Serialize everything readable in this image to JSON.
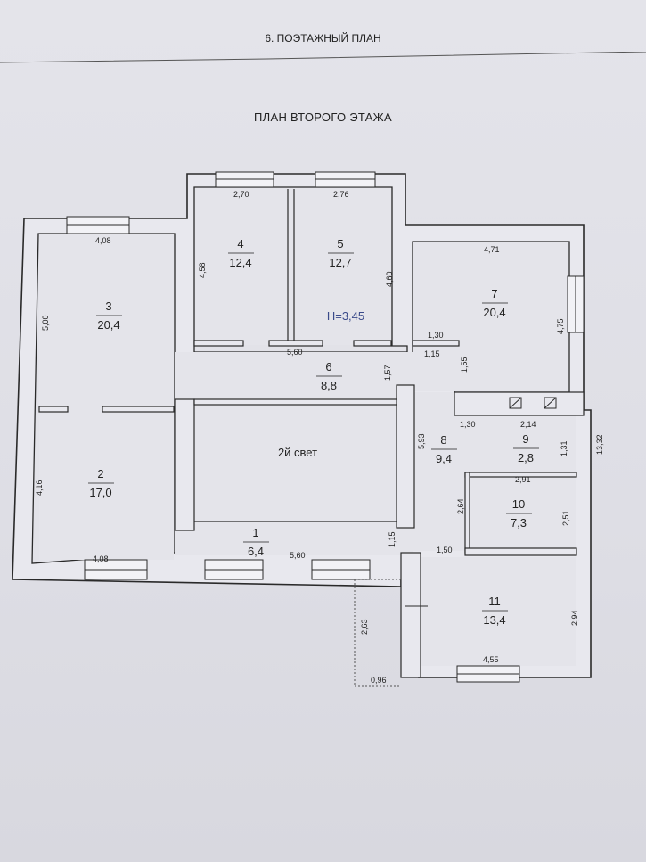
{
  "document": {
    "section_title": "6. ПОЭТАЖНЫЙ ПЛАН",
    "plan_title": "ПЛАН ВТОРОГО ЭТАЖА"
  },
  "rooms": [
    {
      "number": "1",
      "area": "6,4"
    },
    {
      "number": "2",
      "area": "17,0"
    },
    {
      "number": "3",
      "area": "20,4"
    },
    {
      "number": "4",
      "area": "12,4"
    },
    {
      "number": "5",
      "area": "12,7"
    },
    {
      "number": "6",
      "area": "8,8"
    },
    {
      "number": "7",
      "area": "20,4"
    },
    {
      "number": "8",
      "area": "9,4"
    },
    {
      "number": "9",
      "area": "2,8"
    },
    {
      "number": "10",
      "area": "7,3"
    },
    {
      "number": "11",
      "area": "13,4"
    }
  ],
  "labels": {
    "ceiling_height": "Н=3,45",
    "double_height": "2й свет"
  },
  "dimensions": [
    "2,70",
    "2,76",
    "4,08",
    "4,58",
    "4,60",
    "5,00",
    "4,71",
    "4,75",
    "5,60",
    "1,57",
    "1,30",
    "1,15",
    "1,55",
    "1,30",
    "2,14",
    "13,32",
    "5,93",
    "1,31",
    "2,91",
    "2,64",
    "2,51",
    "4,16",
    "4,08",
    "5,60",
    "1,15",
    "1,50",
    "2,63",
    "2,94",
    "0,96",
    "4,55"
  ]
}
